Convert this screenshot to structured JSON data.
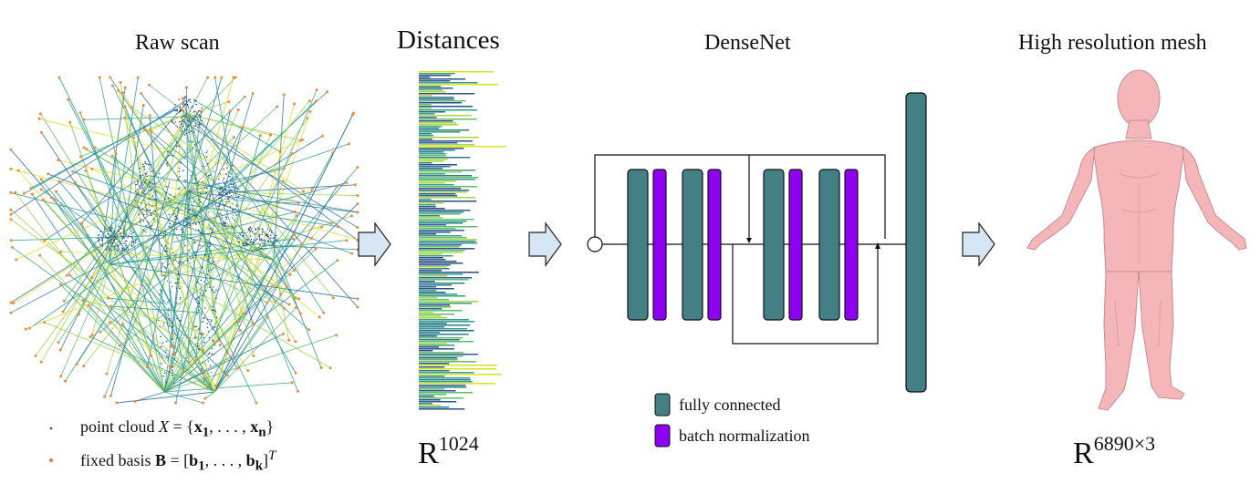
{
  "panels": {
    "raw_scan": {
      "title": "Raw scan"
    },
    "distances": {
      "title": "Distances",
      "dim_base": "R",
      "dim_exp": "1024"
    },
    "densenet": {
      "title": "DenseNet"
    },
    "mesh": {
      "title": "High resolution mesh",
      "dim_base": "R",
      "dim_exp": "6890×3"
    }
  },
  "legend_left": {
    "point_cloud": {
      "text": "point cloud ",
      "var": "X",
      "eq": " = {",
      "x1": "x",
      "x1_sub": "1",
      "mid": ", . . . , ",
      "xn": "x",
      "xn_sub": "n",
      "close": "}"
    },
    "fixed_basis": {
      "text": "fixed basis ",
      "var": "B",
      "eq": " = [",
      "b1": "b",
      "b1_sub": "1",
      "mid": ", . . . , ",
      "bk": "b",
      "bk_sub": "k",
      "close": "]",
      "sup": "T"
    }
  },
  "legend_net": {
    "fc": {
      "label": "fully connected",
      "color": "#447f86"
    },
    "bn": {
      "label": "batch normalization",
      "color": "#8d00f2"
    }
  },
  "colors": {
    "arrow_fill": "#d6e6f4",
    "arrow_stroke": "#222222",
    "skin": "#f4b6b9",
    "point_dot": "#2b4a9a",
    "basis_dot": "#f28a3c"
  }
}
